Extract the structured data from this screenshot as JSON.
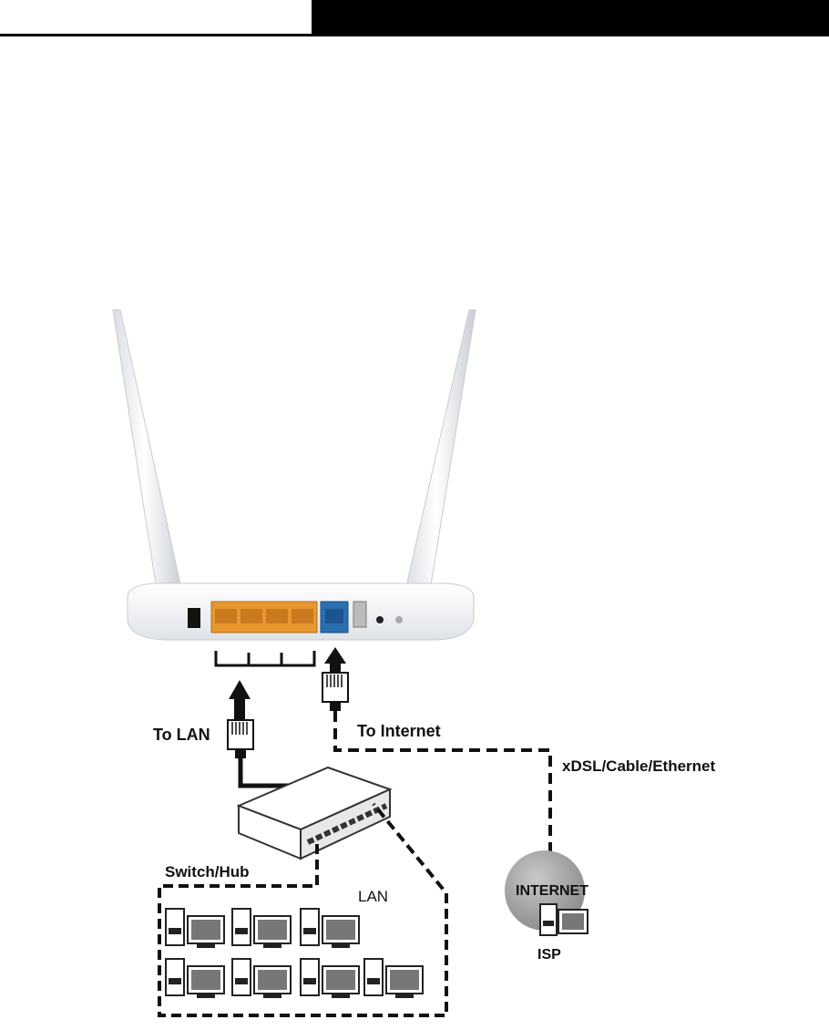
{
  "labels": {
    "to_lan": "To LAN",
    "to_internet": "To Internet",
    "connection_type": "xDSL/Cable/Ethernet",
    "switch_hub": "Switch/Hub",
    "lan": "LAN",
    "internet": "INTERNET",
    "isp": "ISP"
  },
  "colors": {
    "lan_ports": "#e8962e",
    "wan_port": "#2a6fb0",
    "router_body": "#f4f6f8",
    "cable": "#222222"
  },
  "router": {
    "lan_port_count": 4,
    "wan_port_count": 1,
    "antenna_count": 2
  },
  "lan_computer_count": 7
}
